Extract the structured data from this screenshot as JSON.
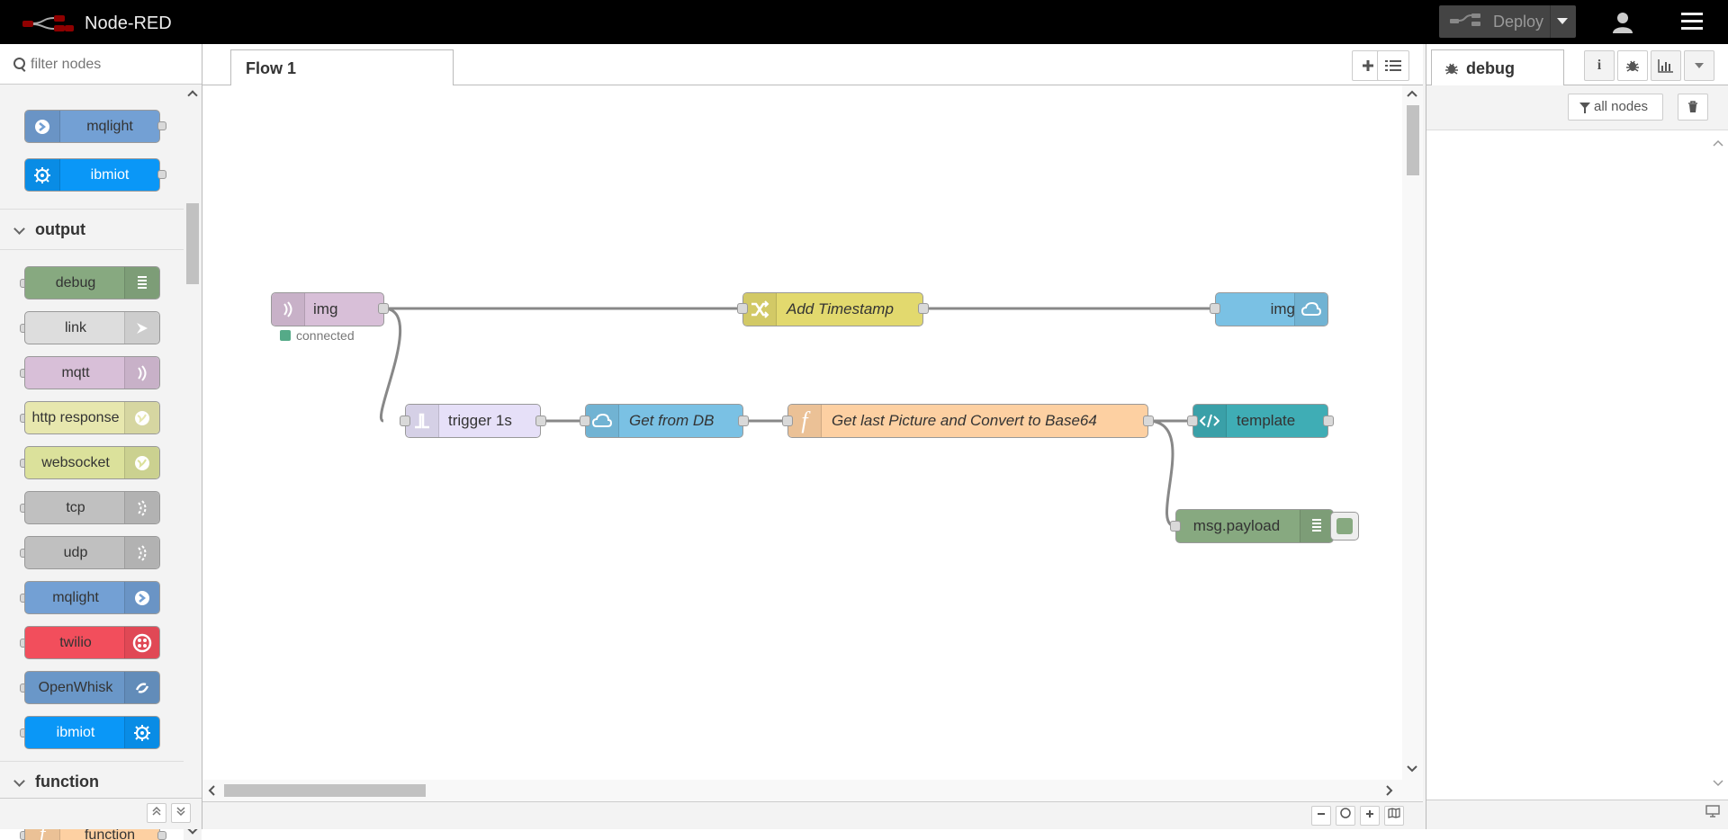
{
  "header": {
    "app_title": "Node-RED",
    "deploy_label": "Deploy"
  },
  "palette": {
    "filter_placeholder": "filter nodes",
    "top_nodes": [
      {
        "label": "mqlight",
        "color": "#73a0d4"
      },
      {
        "label": "ibmiot",
        "color": "#0a97f7"
      }
    ],
    "categories": {
      "output": {
        "label": "output",
        "nodes": [
          {
            "label": "debug",
            "color": "#87a980",
            "icon": "list-icon"
          },
          {
            "label": "link",
            "color": "#dddddd",
            "icon": "link-out-icon"
          },
          {
            "label": "mqtt",
            "color": "#d8bfd8",
            "icon": "wifi-icon"
          },
          {
            "label": "http response",
            "color": "#e7e7ae",
            "icon": "globe-icon"
          },
          {
            "label": "websocket",
            "color": "#dbe19b",
            "icon": "globe-icon"
          },
          {
            "label": "tcp",
            "color": "#c0c0c0",
            "icon": "wifi-icon"
          },
          {
            "label": "udp",
            "color": "#c0c0c0",
            "icon": "wifi-icon"
          },
          {
            "label": "mqlight",
            "color": "#73a0d4",
            "icon": "arrow-circle-icon"
          },
          {
            "label": "twilio",
            "color": "#f24e5c",
            "icon": "twilio-icon"
          },
          {
            "label": "OpenWhisk",
            "color": "#6a97c8",
            "icon": "openwhisk-icon"
          },
          {
            "label": "ibmiot",
            "color": "#0a97f7",
            "icon": "chip-icon"
          }
        ]
      },
      "function": {
        "label": "function",
        "nodes": [
          {
            "label": "function",
            "color": "#fdd0a2",
            "icon": "function-icon"
          }
        ]
      }
    }
  },
  "workspace": {
    "tab_label": "Flow 1",
    "nodes": {
      "img_in": {
        "label": "img",
        "color": "#d8bfd8",
        "status": "connected"
      },
      "add_timestamp": {
        "label": "Add Timestamp",
        "color": "#e2d96e"
      },
      "img_out": {
        "label": "img",
        "color": "#7ac1e4"
      },
      "trigger": {
        "label": "trigger 1s",
        "color": "#e6e0f8"
      },
      "get_db": {
        "label": "Get from DB",
        "color": "#7ac1e4"
      },
      "get_last": {
        "label": "Get last Picture and Convert to Base64",
        "color": "#fdd0a2"
      },
      "template": {
        "label": "template",
        "color": "#3fadb5"
      },
      "msg_payload": {
        "label": "msg.payload",
        "color": "#87a980"
      }
    }
  },
  "sidebar": {
    "tab_label": "debug",
    "filter_label": "all nodes"
  }
}
